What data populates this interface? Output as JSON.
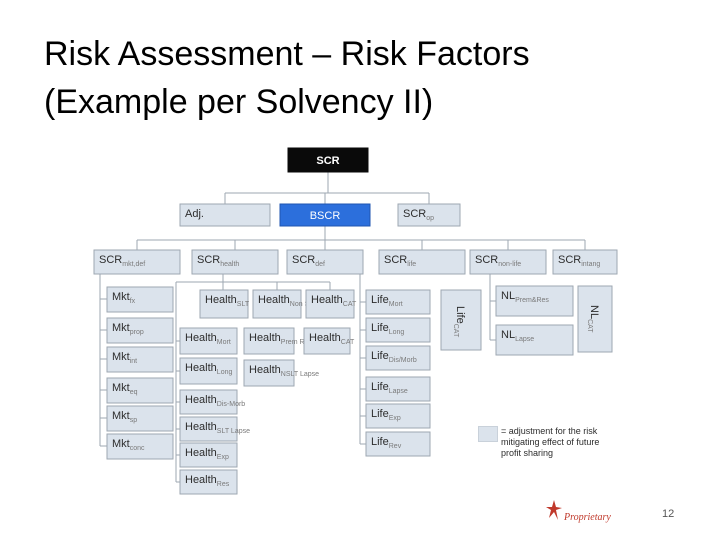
{
  "slide": {
    "title_line1": "Risk Assessment – Risk Factors",
    "title_line2": "(Example per Solvency II)",
    "legend_text": "= adjustment for the risk mitigating effect of future profit sharing",
    "footer": "Proprietary",
    "page_number": "12"
  },
  "nodes": [
    {
      "id": "scr",
      "main": "SCR",
      "sub": "",
      "style": "dark"
    },
    {
      "id": "adj",
      "main": "Adj.",
      "sub": "",
      "style": "light"
    },
    {
      "id": "bscr",
      "main": "BSCR",
      "sub": "",
      "style": "blue"
    },
    {
      "id": "scr-op",
      "main": "SCR",
      "sub": "op",
      "style": "light"
    },
    {
      "id": "scr-mkt",
      "main": "SCR",
      "sub": "mkt,def",
      "style": "light"
    },
    {
      "id": "scr-health",
      "main": "SCR",
      "sub": "health",
      "style": "light"
    },
    {
      "id": "scr-def",
      "main": "SCR",
      "sub": "def",
      "style": "light"
    },
    {
      "id": "scr-life",
      "main": "SCR",
      "sub": "life",
      "style": "light"
    },
    {
      "id": "scr-nonlife",
      "main": "SCR",
      "sub": "non-life",
      "style": "light"
    },
    {
      "id": "scr-intang",
      "main": "SCR",
      "sub": "intang",
      "style": "light"
    },
    {
      "id": "mkt-fx",
      "main": "Mkt",
      "sub": "fx",
      "style": "light"
    },
    {
      "id": "mkt-prop",
      "main": "Mkt",
      "sub": "prop",
      "style": "light"
    },
    {
      "id": "mkt-int",
      "main": "Mkt",
      "sub": "int",
      "style": "light"
    },
    {
      "id": "mkt-eq",
      "main": "Mkt",
      "sub": "eq",
      "style": "light"
    },
    {
      "id": "mkt-sp",
      "main": "Mkt",
      "sub": "sp",
      "style": "light"
    },
    {
      "id": "mkt-conc",
      "main": "Mkt",
      "sub": "conc",
      "style": "light"
    },
    {
      "id": "health-slt",
      "main": "Health",
      "sub": "SLT",
      "style": "light"
    },
    {
      "id": "health-nonslt",
      "main": "Health",
      "sub": "Non SLT",
      "style": "light"
    },
    {
      "id": "health-cat",
      "main": "Health",
      "sub": "CAT",
      "style": "light"
    },
    {
      "id": "health-mort",
      "main": "Health",
      "sub": "Mort",
      "style": "light"
    },
    {
      "id": "health-long",
      "main": "Health",
      "sub": "Long",
      "style": "light"
    },
    {
      "id": "health-dis",
      "main": "Health",
      "sub": "Dis-Morb",
      "style": "light"
    },
    {
      "id": "health-lapse",
      "main": "Health",
      "sub": "SLT Lapse",
      "style": "light"
    },
    {
      "id": "health-exp",
      "main": "Health",
      "sub": "Exp",
      "style": "light"
    },
    {
      "id": "health-res",
      "main": "Health",
      "sub": "Res",
      "style": "light"
    },
    {
      "id": "health-prem",
      "main": "Health",
      "sub": "Prem Res",
      "style": "light"
    },
    {
      "id": "health-nonslt-lapse",
      "main": "Health",
      "sub": "NSLT Lapse",
      "style": "light"
    },
    {
      "id": "health-cat2",
      "main": "Health",
      "sub": "CAT",
      "style": "light"
    },
    {
      "id": "life-mort",
      "main": "Life",
      "sub": "Mort",
      "style": "light"
    },
    {
      "id": "life-long",
      "main": "Life",
      "sub": "Long",
      "style": "light"
    },
    {
      "id": "life-dis",
      "main": "Life",
      "sub": "Dis/Morb",
      "style": "light"
    },
    {
      "id": "life-lapse",
      "main": "Life",
      "sub": "Lapse",
      "style": "light"
    },
    {
      "id": "life-exp",
      "main": "Life",
      "sub": "Exp",
      "style": "light"
    },
    {
      "id": "life-rev",
      "main": "Life",
      "sub": "Rev",
      "style": "light"
    },
    {
      "id": "life-cat",
      "main": "Life",
      "sub": "CAT",
      "style": "light"
    },
    {
      "id": "nl-premres",
      "main": "NL",
      "sub": "Prem&Res",
      "style": "light"
    },
    {
      "id": "nl-lapse",
      "main": "NL",
      "sub": "Lapse",
      "style": "light"
    },
    {
      "id": "nl-cat",
      "main": "NL",
      "sub": "CAT",
      "style": "light"
    }
  ],
  "colors": {
    "box_fill": "#dbe3ec",
    "box_border": "#9ea7b2",
    "root_fill": "#0a0a0a",
    "bscr_fill": "#2c6fdc",
    "logo_red": "#c0392b"
  }
}
